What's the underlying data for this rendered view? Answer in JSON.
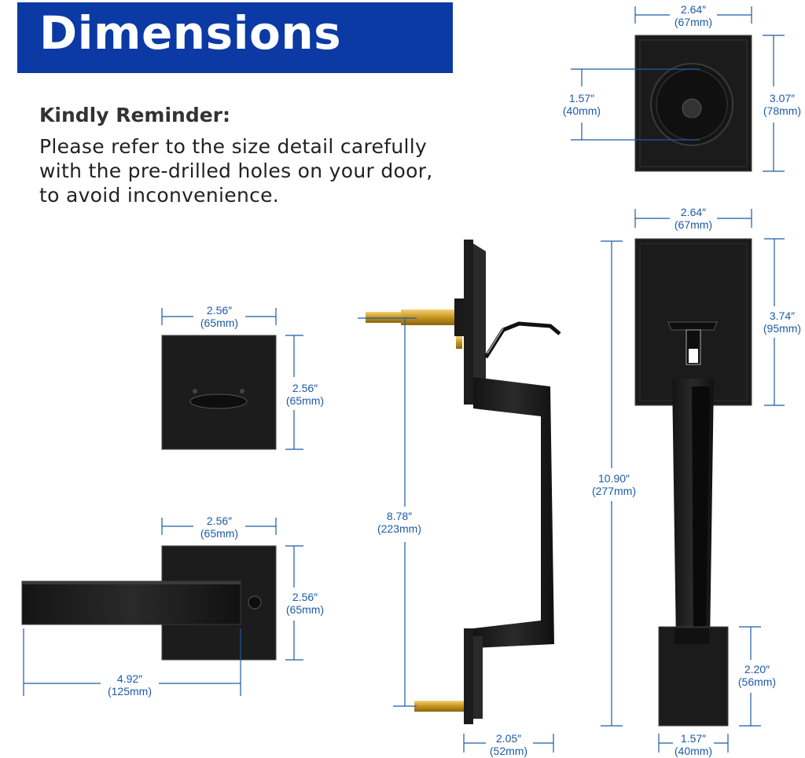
{
  "banner": {
    "title": "Dimensions"
  },
  "reminder": {
    "title": "Kindly Reminder:",
    "lines": [
      "Please refer to the size detail carefully",
      "with the pre-drilled holes on your door,",
      "to avoid inconvenience."
    ]
  },
  "colors": {
    "banner": "#0b3aa5",
    "dimension": "#1c5aa8",
    "product": "#1a1a1a",
    "brass": "#d4a017"
  },
  "dimensions": {
    "deadbolt_width": {
      "in": "2.64″",
      "mm": "(67mm)"
    },
    "deadbolt_height": {
      "in": "3.07″",
      "mm": "(78mm)"
    },
    "deadbolt_cylinder": {
      "in": "1.57″",
      "mm": "(40mm)"
    },
    "thumb_plate_width": {
      "in": "2.64″",
      "mm": "(67mm)"
    },
    "thumb_plate_height": {
      "in": "3.74″",
      "mm": "(95mm)"
    },
    "overall_height": {
      "in": "10.90″",
      "mm": "(277mm)"
    },
    "bottom_plate_height": {
      "in": "2.20″",
      "mm": "(56mm)"
    },
    "bottom_plate_width": {
      "in": "1.57″",
      "mm": "(40mm)"
    },
    "handle_center": {
      "in": "8.78″",
      "mm": "(223mm)"
    },
    "handle_projection": {
      "in": "2.05″",
      "mm": "(52mm)"
    },
    "rosette_width": {
      "in": "2.56″",
      "mm": "(65mm)"
    },
    "rosette_height": {
      "in": "2.56″",
      "mm": "(65mm)"
    },
    "lever_rose_width": {
      "in": "2.56″",
      "mm": "(65mm)"
    },
    "lever_rose_height": {
      "in": "2.56″",
      "mm": "(65mm)"
    },
    "lever_length": {
      "in": "4.92″",
      "mm": "(125mm)"
    }
  }
}
